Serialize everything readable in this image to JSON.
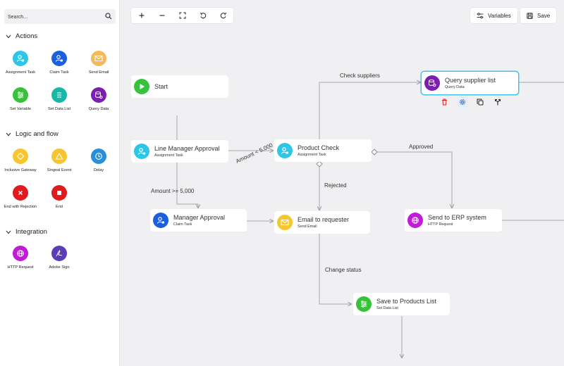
{
  "search": {
    "placeholder": "Search..."
  },
  "sections": {
    "actions": {
      "title": "Actions"
    },
    "logic": {
      "title": "Logic and flow"
    },
    "integration": {
      "title": "Integration"
    }
  },
  "tools": {
    "assignment_task": "Assignment Task",
    "claim_task": "Claim Task",
    "send_email": "Send Email",
    "set_variable": "Set Variable",
    "set_data_list": "Set Data List",
    "query_data": "Query Data",
    "inclusive_gateway": "Inclusive Gateway",
    "signal_event": "Singnal Event",
    "delay": "Delay",
    "end_with_rejection": "End with Rejection",
    "end": "End",
    "http_request": "HTTP Request",
    "adobe_sign": "Adobe Sign"
  },
  "header": {
    "variables_label": "Variables",
    "save_label": "Save"
  },
  "nodes": {
    "start": {
      "name": "Start"
    },
    "line_manager": {
      "name": "Line Manager Approval",
      "type": "Assignment Task"
    },
    "product_check": {
      "name": "Product Check",
      "type": "Assignment Task"
    },
    "query_supplier": {
      "name": "Query supplier list",
      "type": "Query Data"
    },
    "manager_approval": {
      "name": "Manager Approval",
      "type": "Claim Task"
    },
    "email_requester": {
      "name": "Email to requester",
      "type": "Send Email"
    },
    "send_erp": {
      "name": "Send to ERP system",
      "type": "HTTP Request"
    },
    "save_products": {
      "name": "Save to Products List",
      "type": "Set Data List"
    }
  },
  "edges": {
    "check_suppliers": "Check suppliers",
    "amount_lt": "Amount < 5,000",
    "amount_gte": "Amount >= 5,000",
    "approved": "Approved",
    "rejected": "Rejected",
    "change_status": "Change status"
  },
  "colors": {
    "cyan": "#2ec6e6",
    "blue": "#1a5fe0",
    "orange": "#f5b85a",
    "green": "#36c23a",
    "teal": "#17b8a6",
    "purple": "#7a1fb0",
    "yellow": "#f7c52e",
    "sky": "#2a8fd8",
    "red": "#e11b1b",
    "magenta": "#c21ad8",
    "violet": "#5a3db8"
  },
  "icons": [
    "search-icon",
    "chevron-down-icon",
    "plus-icon",
    "minus-icon",
    "fit-screen-icon",
    "undo-icon",
    "redo-icon",
    "sliders-icon",
    "save-icon",
    "play-icon",
    "user-task-icon",
    "mail-icon",
    "database-icon",
    "globe-icon",
    "list-icon",
    "trash-icon",
    "gear-icon",
    "copy-icon",
    "branch-icon"
  ]
}
